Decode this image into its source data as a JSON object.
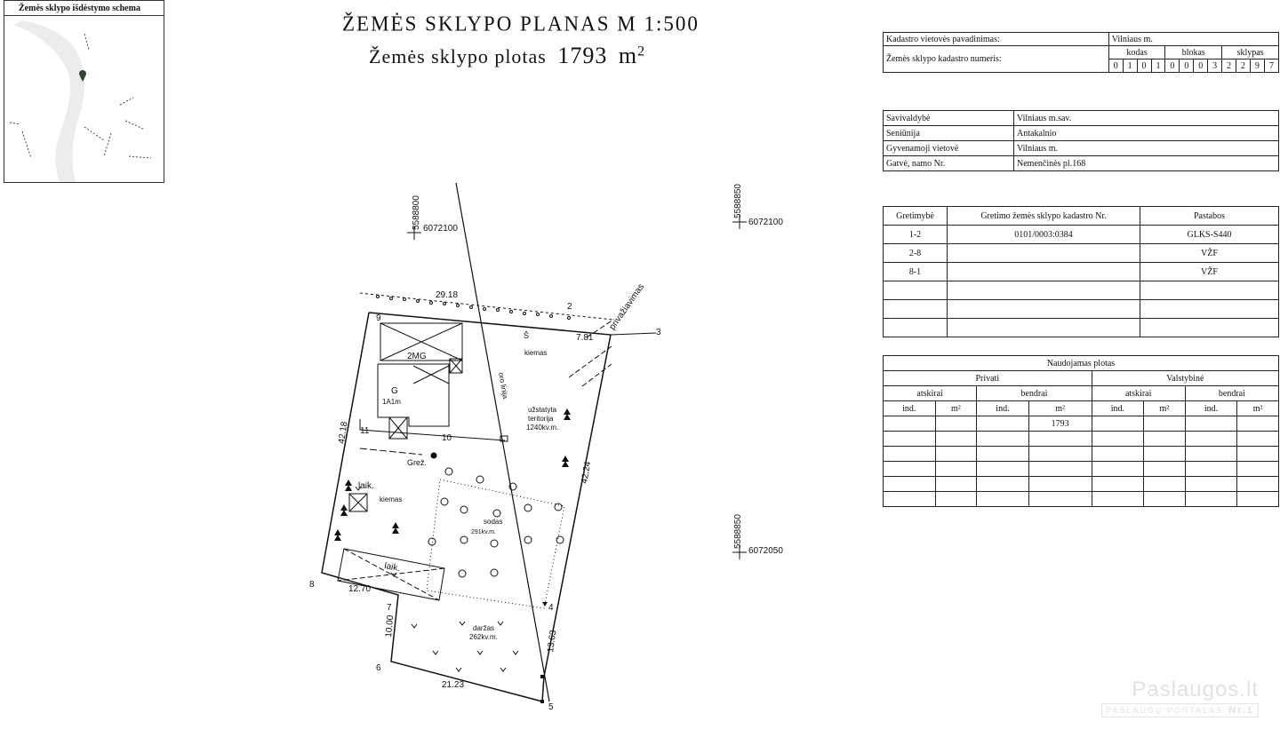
{
  "inset": {
    "title": "Žemės sklypo išdėstymo schema"
  },
  "title": {
    "line1": "ŽEMĖS  SKLYPO  PLANAS  M 1:500",
    "line2_prefix": "Žemės sklypo plotas",
    "area": "1793",
    "unit": "m",
    "unit_sup": "2"
  },
  "coords": {
    "tl_vert": "5588800",
    "tl_horiz": "6072100",
    "tr_vert": "5588850",
    "tr_horiz": "6072100",
    "br_vert": "5588850",
    "br_horiz": "6072050"
  },
  "plan": {
    "points": [
      "9",
      "2",
      "3",
      "11",
      "10",
      "8",
      "7",
      "6",
      "4",
      "5"
    ],
    "dims": {
      "top": "29.18",
      "right_top": "7.81",
      "left": "42.18",
      "right": "42.24",
      "bottom_left": "12.70",
      "left_low": "10.00",
      "bottom": "21.23",
      "right_low": "13.63"
    },
    "labels": {
      "s": "Š",
      "kiemas_top": "kiemas",
      "privaz": "privažiavimas",
      "oro": "oro linija",
      "mg": "2MG",
      "g": "G",
      "g2": "1A1m",
      "uzst1": "užstatyta",
      "uzst2": "teritorija",
      "uzst3": "1240kv.m.",
      "grez": "Grež.",
      "laik1": "laik.",
      "kiemas_mid": "kiemas",
      "laik2": "laik.",
      "sodas1": "sodas",
      "sodas2": "291kv.m.",
      "darzas1": "daržas",
      "darzas2": "262kv.m."
    }
  },
  "kadastras": {
    "row1_label": "Kadastro vietovės pavadinimas:",
    "row1_value": "Vilniaus m.",
    "row2_label": "Žemės sklypo kadastro numeris:",
    "kodas": "kodas",
    "blokas": "blokas",
    "sklypas": "sklypas",
    "digits": [
      "0",
      "1",
      "0",
      "1",
      "0",
      "0",
      "0",
      "3",
      "2",
      "2",
      "9",
      "7"
    ]
  },
  "address": [
    {
      "label": "Savivaldybė",
      "value": "Vilniaus m.sav."
    },
    {
      "label": "Seniūnija",
      "value": "Antakalnio"
    },
    {
      "label": "Gyvenamoji vietovė",
      "value": "Vilniaus m."
    },
    {
      "label": "Gatvė, namo Nr.",
      "value": "Nemenčinės pl.168"
    }
  ],
  "neighbors": {
    "headers": [
      "Gretimybė",
      "Gretimo žemės sklypo kadastro Nr.",
      "Pastabos"
    ],
    "rows": [
      {
        "g": "1-2",
        "nr": "0101/0003:0384",
        "p": "GLKS-S440"
      },
      {
        "g": "2-8",
        "nr": "",
        "p": "VŽF"
      },
      {
        "g": "8-1",
        "nr": "",
        "p": "VŽF"
      }
    ]
  },
  "used_area": {
    "title": "Naudojamas plotas",
    "privati": "Privati",
    "valstybine": "Valstybinė",
    "atskirai": "atskirai",
    "bendrai": "bendrai",
    "ind": "ind.",
    "m2": "m²",
    "value": "1793"
  },
  "watermark": {
    "name": "Paslaugos.lt",
    "sub": "PASLAUGŲ PORTALAS",
    "nr": "Nr.1"
  }
}
